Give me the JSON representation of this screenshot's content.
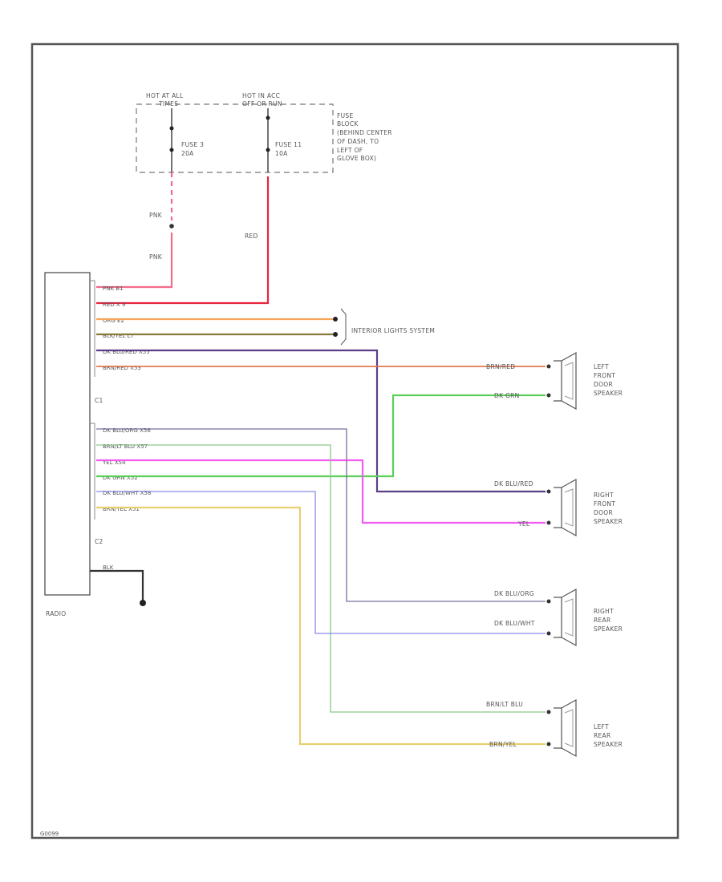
{
  "fuse_block": {
    "hot_at_all": "HOT AT ALL",
    "times": "TIMES",
    "hot_in_acc": "HOT IN ACC",
    "off_run": "OFF OR RUN",
    "fuse3_name": "FUSE 3",
    "fuse3_rating": "20A",
    "fuse11_name": "FUSE 11",
    "fuse11_rating": "10A",
    "location": [
      "FUSE",
      "BLOCK",
      "(BEHIND CENTER",
      "OF DASH, TO",
      "LEFT OF",
      "GLOVE BOX)"
    ]
  },
  "pink_wire_label_1": "PNK",
  "pink_wire_label_2": "PNK",
  "red_wire_label": "RED",
  "radio": {
    "label": "RADIO",
    "c1": "C1",
    "c2": "C2",
    "c1_pins": [
      "PNK  B1",
      "RED  X 9",
      "ORG  E2",
      "BLK/YEL  L7",
      "DK BLU/RED  X55",
      "BRN/RED  X53"
    ],
    "c2_pins": [
      "DK BLU/ORG  X56",
      "BRN/LT BLU  X57",
      "YEL  X54",
      "DK GRN  X52",
      "DK BLU/WHT  X58",
      "BRN/YEL  X51"
    ],
    "ground_wire": "BLK"
  },
  "interior_lights": "INTERIOR LIGHTS SYSTEM",
  "speakers": [
    {
      "name": [
        "LEFT",
        "FRONT",
        "DOOR",
        "SPEAKER"
      ],
      "w1": "BRN/RED",
      "w2": "DK GRN"
    },
    {
      "name": [
        "RIGHT",
        "FRONT",
        "DOOR",
        "SPEAKER"
      ],
      "w1": "DK BLU/RED",
      "w2": "YEL"
    },
    {
      "name": [
        "RIGHT",
        "REAR",
        "SPEAKER"
      ],
      "w1": "DK BLU/ORG",
      "w2": "DK BLU/WHT"
    },
    {
      "name": [
        "LEFT",
        "REAR",
        "SPEAKER"
      ],
      "w1": "BRN/LT BLU",
      "w2": "BRN/YEL"
    }
  ],
  "footer_code": "G0099",
  "colors": {
    "pink": "#f36b8a",
    "red": "#e8253f",
    "orange": "#f6a55a",
    "olive": "#8a7a3a",
    "purple": "#5a3e8a",
    "brnred": "#e07a55",
    "dkgrn": "#58d058",
    "dkbluorg": "#7a6ea0",
    "brnltblu": "#8cc88c",
    "yel": "#f25cf0",
    "dkbluwht": "#8a8ae8",
    "brnyel": "#e8cf70"
  }
}
